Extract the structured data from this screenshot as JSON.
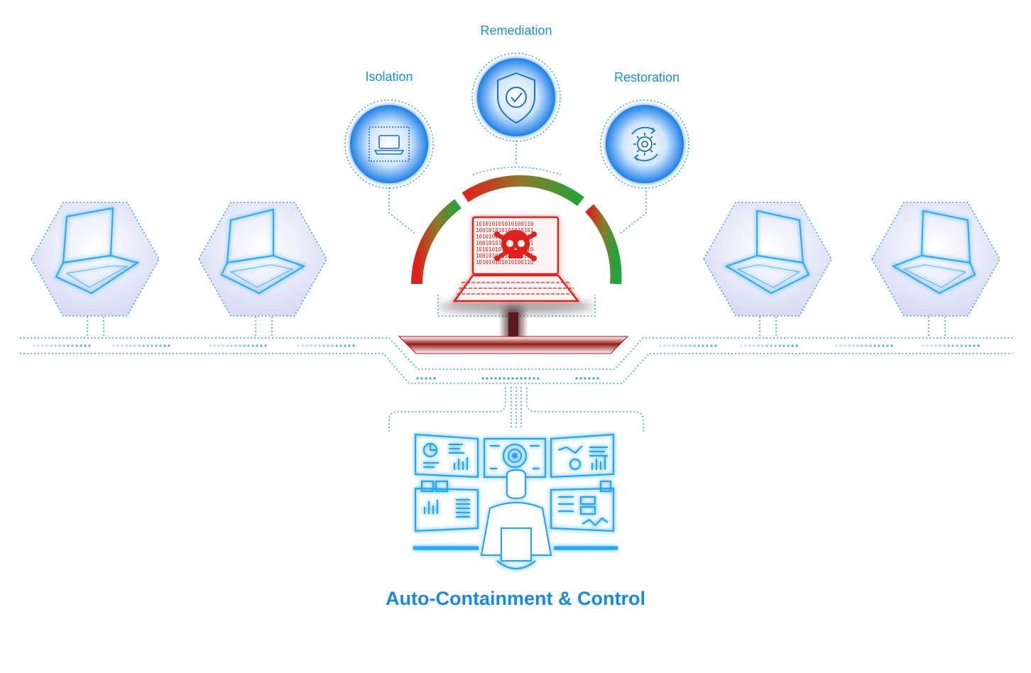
{
  "labels": {
    "isolation": "Isolation",
    "remediation": "Remediation",
    "restoration": "Restoration"
  },
  "caption": "Auto-Containment & Control",
  "screen_code": "1010101010101001",
  "icons": {
    "isolation": "laptop-icon",
    "remediation": "shield-check-icon",
    "restoration": "gear-cycle-icon",
    "infected_laptop": "skull-crossbones-icon",
    "endpoints": "laptop-icon",
    "operator": "person-at-monitors-icon"
  },
  "colors": {
    "primary": "#1a8fe0",
    "glow": "#2aa8ff",
    "threat": "#e0201a",
    "arc_start": "#e0201a",
    "arc_mid": "#7a8a2a",
    "arc_end": "#23a33a",
    "hex_fill": "#e4e8f8"
  }
}
